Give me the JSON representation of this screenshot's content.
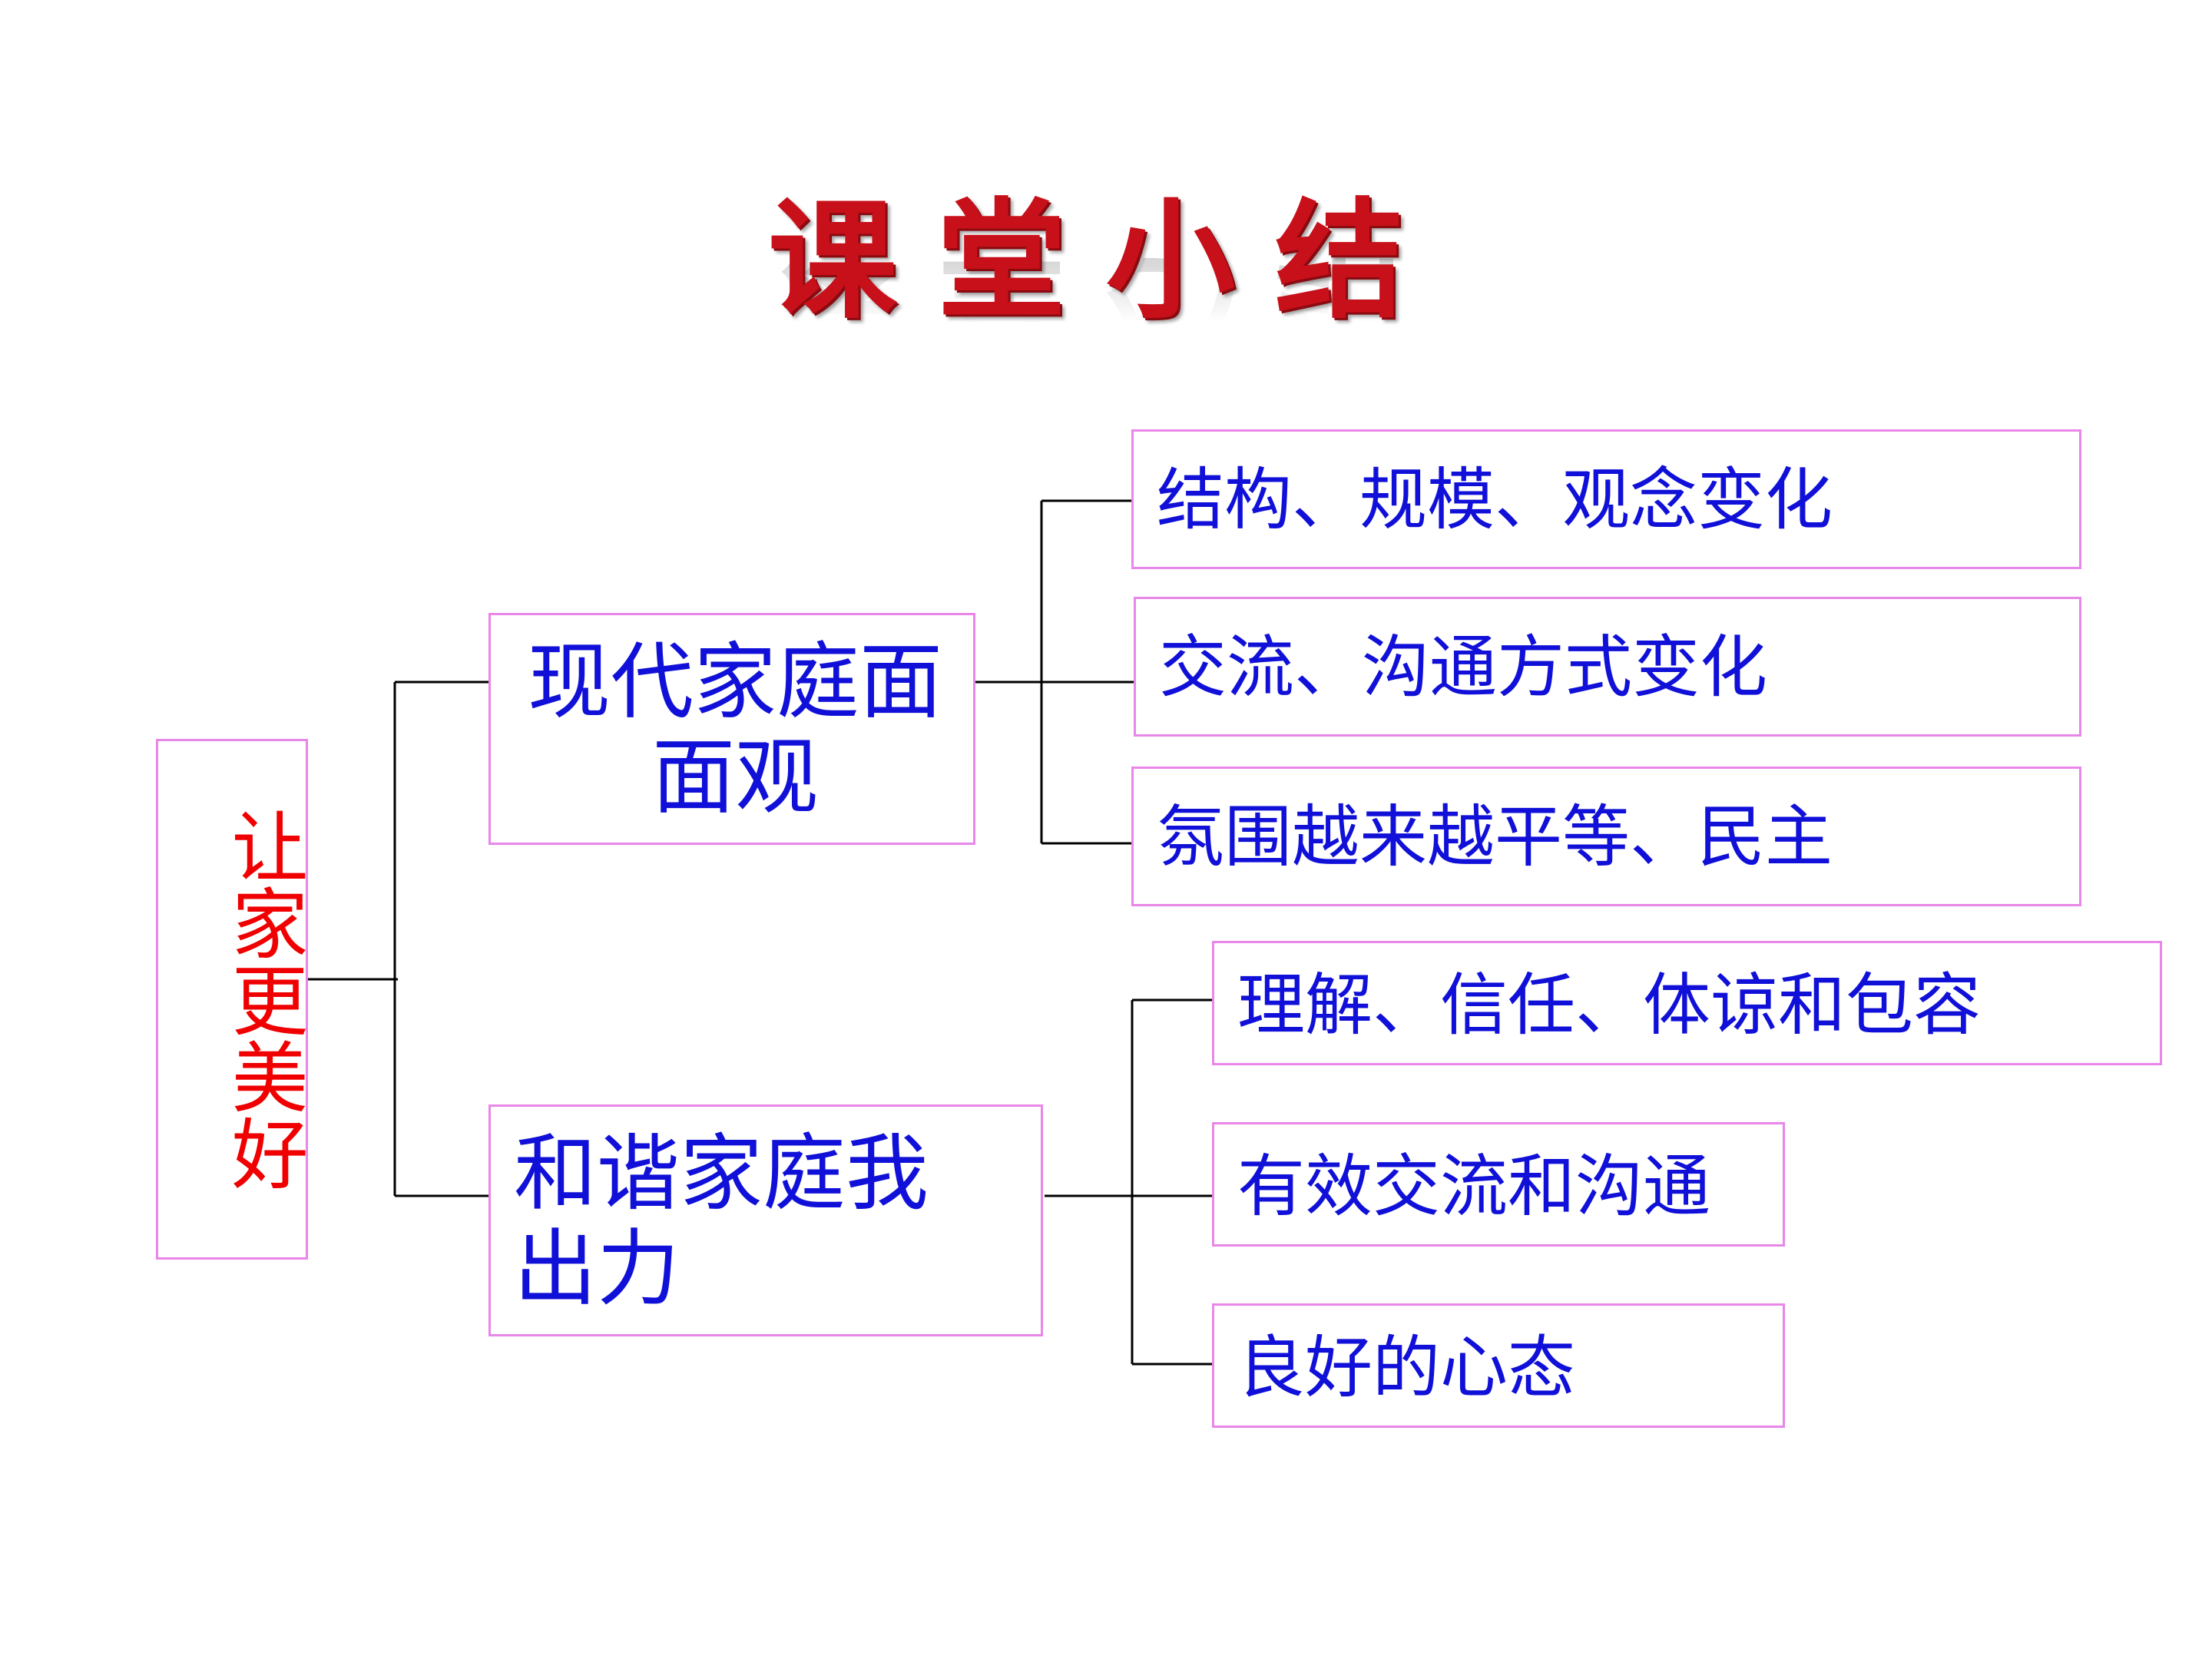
{
  "title": "课堂小结",
  "root": {
    "label": "让家更美好"
  },
  "branches": [
    {
      "label": "现代家庭面面观",
      "items": [
        "结构、规模、观念变化",
        "交流、沟通方式变化",
        "氛围越来越平等、民主"
      ]
    },
    {
      "label": "和谐家庭我出力",
      "items": [
        "理解、信任、体谅和包容",
        "有效交流和沟通",
        "良好的心态"
      ]
    }
  ],
  "colors": {
    "title": "#c8101a",
    "root_text": "#f00000",
    "node_text": "#1010d8",
    "box_border": "#e887e8",
    "connector": "#000000"
  }
}
